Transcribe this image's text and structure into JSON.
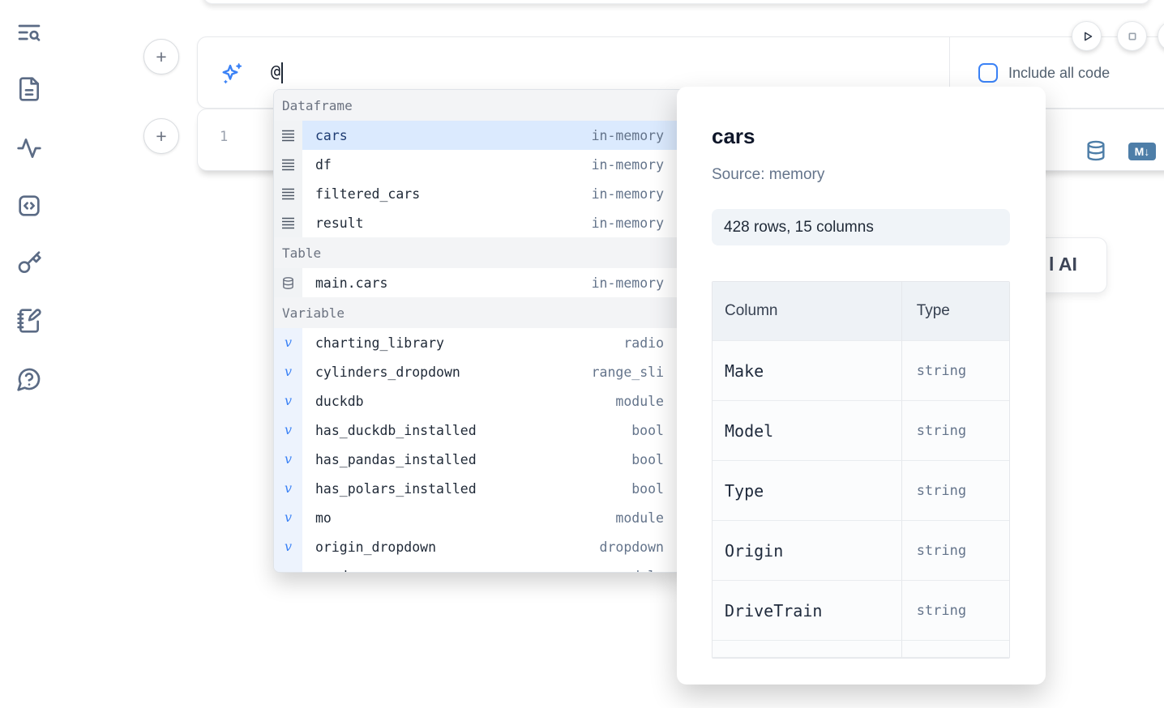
{
  "colors": {
    "accent_blue": "#3b82f6",
    "selection_bg": "#dbeafe",
    "steel_blue_icon": "#4e7ea8",
    "muted_text": "#64748b"
  },
  "sidebar": {
    "icons": [
      {
        "name": "toc-search-icon"
      },
      {
        "name": "file-document-icon"
      },
      {
        "name": "activity-icon"
      },
      {
        "name": "code-snippets-icon"
      },
      {
        "name": "key-icon"
      },
      {
        "name": "scratchpad-icon"
      },
      {
        "name": "help-chat-icon"
      }
    ]
  },
  "run_controls": {
    "play_icon": "play-icon",
    "stop_icon": "stop-icon"
  },
  "prompt": {
    "value": "@",
    "include_all_code_label": "Include all code"
  },
  "add_cell_label": "+",
  "cell": {
    "line_number": "1",
    "markdown_badge": "M↓"
  },
  "ai_button": {
    "visible_text": "l AI"
  },
  "ac": {
    "sections": [
      {
        "label": "Dataframe",
        "items": [
          {
            "name": "cars",
            "meta": "in-memory"
          },
          {
            "name": "df",
            "meta": "in-memory"
          },
          {
            "name": "filtered_cars",
            "meta": "in-memory"
          },
          {
            "name": "result",
            "meta": "in-memory"
          }
        ]
      },
      {
        "label": "Table",
        "items": [
          {
            "name": "main.cars",
            "meta": "in-memory"
          }
        ]
      },
      {
        "label": "Variable",
        "glyph": "v",
        "items": [
          {
            "name": "charting_library",
            "meta": "radio"
          },
          {
            "name": "cylinders_dropdown",
            "meta": "range_sli"
          },
          {
            "name": "duckdb",
            "meta": "module"
          },
          {
            "name": "has_duckdb_installed",
            "meta": "bool"
          },
          {
            "name": "has_pandas_installed",
            "meta": "bool"
          },
          {
            "name": "has_polars_installed",
            "meta": "bool"
          },
          {
            "name": "mo",
            "meta": "module"
          },
          {
            "name": "origin_dropdown",
            "meta": "dropdown"
          },
          {
            "name": "pandas",
            "meta": "module"
          }
        ]
      }
    ]
  },
  "preview": {
    "title": "cars",
    "source": "Source: memory",
    "shape": "428 rows, 15 columns",
    "table": {
      "headers": [
        "Column",
        "Type"
      ],
      "rows": [
        {
          "column": "Make",
          "type": "string"
        },
        {
          "column": "Model",
          "type": "string"
        },
        {
          "column": "Type",
          "type": "string"
        },
        {
          "column": "Origin",
          "type": "string"
        },
        {
          "column": "DriveTrain",
          "type": "string"
        }
      ]
    }
  }
}
